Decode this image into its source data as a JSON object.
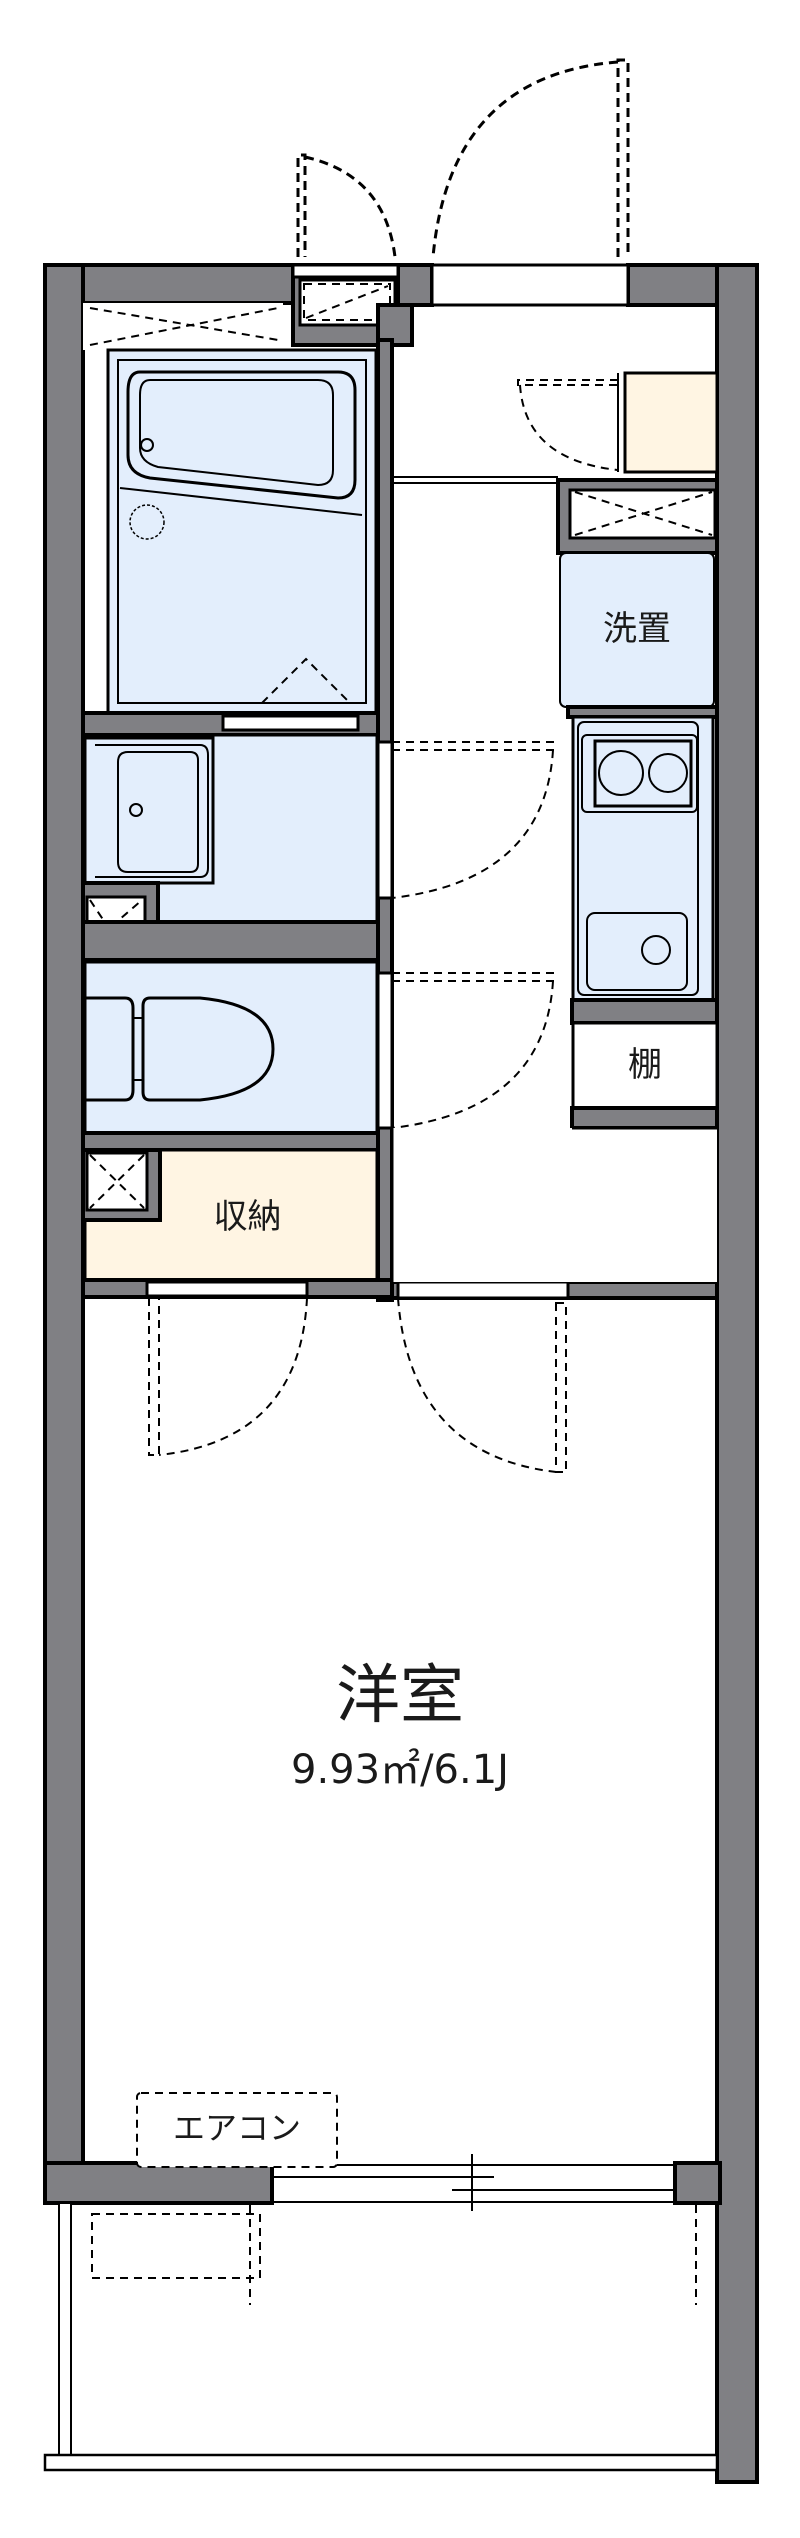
{
  "floorplan": {
    "colors": {
      "wall": "#808084",
      "wall_outline": "#000000",
      "wet_area": "#E3EEFC",
      "storage": "#FFF5E3",
      "floor": "#FFFFFF"
    },
    "rooms": {
      "western_room": {
        "name": "洋室",
        "area": "9.93㎡/6.1J"
      },
      "storage": {
        "label": "収納"
      },
      "washer_space": {
        "label": "洗置"
      },
      "shelf": {
        "label": "棚"
      },
      "aircon": {
        "label": "エアコン"
      }
    },
    "fixtures": [
      "unit-bath",
      "wash-basin",
      "toilet",
      "kitchen-two-burner-stove",
      "kitchen-sink",
      "shoe-cabinet",
      "washing-machine-space",
      "air-conditioner",
      "outdoor-unit",
      "balcony"
    ]
  }
}
